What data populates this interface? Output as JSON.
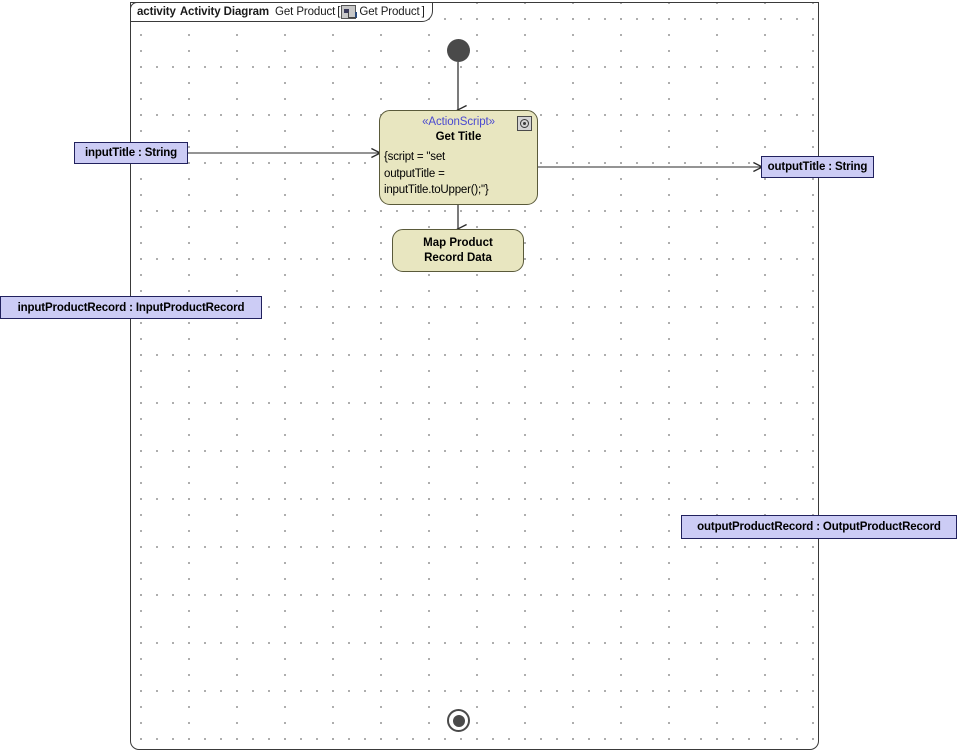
{
  "frame": {
    "keyword": "activity",
    "diagram_type": "Activity Diagram",
    "diagram_name": "Get Product",
    "open_bracket": "[",
    "icon": "activity-diagram-icon",
    "parameter_name": "Get Product",
    "close_bracket": "]"
  },
  "nodes": {
    "initial": {
      "name": "initial-node"
    },
    "final": {
      "name": "activity-final-node"
    },
    "action_get_title": {
      "stereotype": "«ActionScript»",
      "name": "Get Title",
      "body_lines": [
        "{script = \"set",
        "outputTitle =",
        "inputTitle.toUpper();\"}"
      ],
      "icon": "script-gear-icon"
    },
    "action_map_product": {
      "name_line1": "Map Product",
      "name_line2": "Record Data"
    }
  },
  "parameters": [
    {
      "id": "inputTitle",
      "label": "inputTitle : String",
      "side": "left"
    },
    {
      "id": "inputProductRecord",
      "label": "inputProductRecord : InputProductRecord",
      "side": "left"
    },
    {
      "id": "outputTitle",
      "label": "outputTitle : String",
      "side": "right"
    },
    {
      "id": "outputProductRecord",
      "label": "outputProductRecord : OutputProductRecord",
      "side": "right"
    }
  ],
  "colors": {
    "action_fill": "#e8e6c0",
    "action_border": "#5a5a3a",
    "parameter_fill": "#ccccf5",
    "parameter_border": "#21215e",
    "stereotype_text": "#4a4ad0",
    "frame_border": "#3a3a3a",
    "node_fill": "#4a4a4a",
    "grid_dot": "#9a9a9a",
    "canvas_bg": "#ffffff"
  }
}
